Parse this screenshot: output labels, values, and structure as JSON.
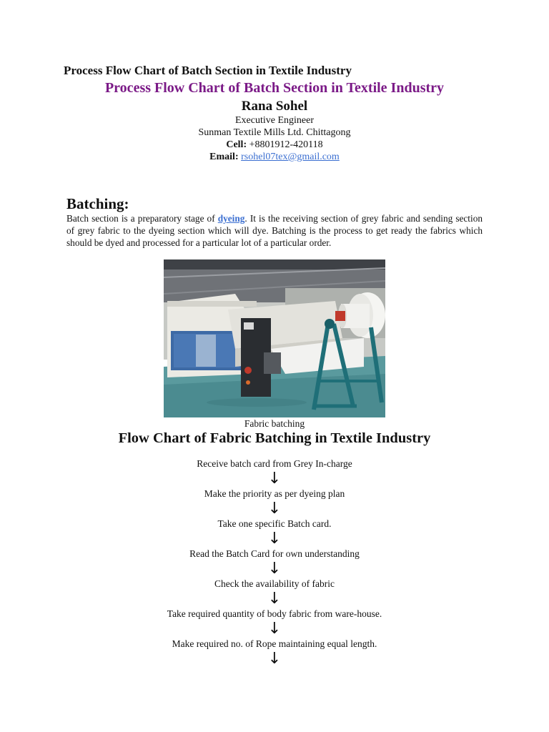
{
  "document": {
    "title": "Process Flow Chart of Batch Section in Textile Industry"
  },
  "header": {
    "main_title": "Process Flow Chart of Batch Section in Textile Industry",
    "author": "Rana Sohel",
    "position": "Executive Engineer",
    "company": "Sunman Textile Mills Ltd. Chittagong",
    "cell_label": "Cell:",
    "cell_value": "+8801912-420118",
    "email_label": "Email:",
    "email_value": "rsohel07tex@gmail.com"
  },
  "batching": {
    "heading": "Batching:",
    "text_before_link": "Batch section is a preparatory stage of ",
    "link_text": "dyeing",
    "text_after_link": ". It is the receiving section of grey fabric and sending section of grey fabric to the dyeing section which will dye. Batching is the process to get ready the fabrics which should be dyed and processed for a particular lot of a particular order.",
    "image_caption": "Fabric batching"
  },
  "flow": {
    "heading": "Flow Chart of Fabric Batching in Textile Industry",
    "arrow_symbol": "↓",
    "steps": [
      "Receive batch card from Grey In-charge",
      "Make the priority as per dyeing plan",
      "Take one specific Batch card.",
      "Read the Batch Card for own understanding",
      "Check the availability of fabric",
      "Take required quantity of body fabric from ware-house.",
      "Make required no. of Rope maintaining equal length."
    ]
  },
  "colors": {
    "title_purple": "#7b1a87",
    "link_blue": "#3b6fd1"
  }
}
